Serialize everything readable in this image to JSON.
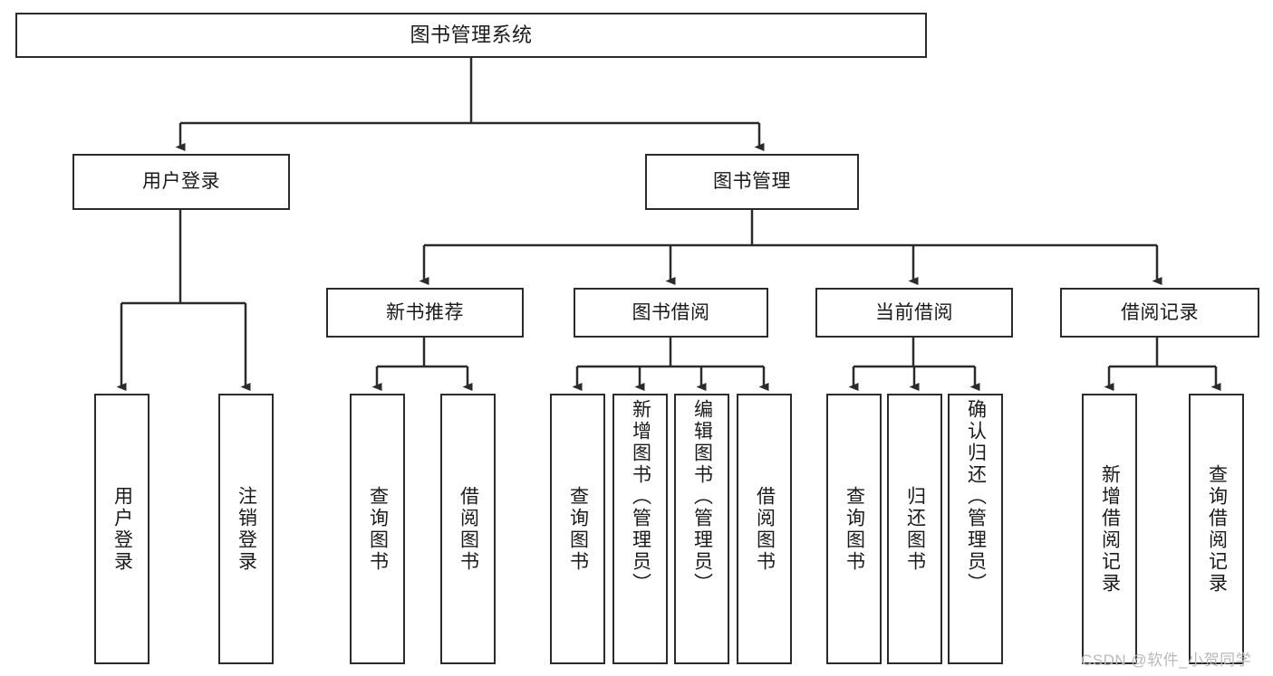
{
  "diagram": {
    "type": "tree-hierarchy-chart",
    "title": "图书管理系统",
    "root": {
      "label": "图书管理系统",
      "children": [
        {
          "label": "用户登录",
          "children": [
            {
              "label": "用户登录"
            },
            {
              "label": "注销登录"
            }
          ]
        },
        {
          "label": "图书管理",
          "children": [
            {
              "label": "新书推荐",
              "children": [
                {
                  "label": "查询图书"
                },
                {
                  "label": "借阅图书"
                }
              ]
            },
            {
              "label": "图书借阅",
              "children": [
                {
                  "label": "查询图书"
                },
                {
                  "label": "新增图书（管理员）"
                },
                {
                  "label": "编辑图书（管理员）"
                },
                {
                  "label": "借阅图书"
                }
              ]
            },
            {
              "label": "当前借阅",
              "children": [
                {
                  "label": "查询图书"
                },
                {
                  "label": "归还图书"
                },
                {
                  "label": "确认归还（管理员）"
                }
              ]
            },
            {
              "label": "借阅记录",
              "children": [
                {
                  "label": "新增借阅记录"
                },
                {
                  "label": "查询借阅记录"
                }
              ]
            }
          ]
        }
      ]
    },
    "nodes": {
      "root": "图书管理系统",
      "l1_user_login": "用户登录",
      "l1_book_mgmt": "图书管理",
      "l2_new_book_rec": "新书推荐",
      "l2_book_borrow": "图书借阅",
      "l2_current_borrow": "当前借阅",
      "l2_borrow_record": "借阅记录",
      "leaf_user_login": "用户登录",
      "leaf_logout": "注销登录",
      "leaf_nbr_query": "查询图书",
      "leaf_nbr_borrow": "借阅图书",
      "leaf_bb_query": "查询图书",
      "leaf_bb_add": "新增图书（管理员）",
      "leaf_bb_edit": "编辑图书（管理员）",
      "leaf_bb_borrow": "借阅图书",
      "leaf_cb_query": "查询图书",
      "leaf_cb_return": "归还图书",
      "leaf_cb_confirm": "确认归还（管理员）",
      "leaf_br_add": "新增借阅记录",
      "leaf_br_query": "查询借阅记录"
    },
    "watermark": "CSDN @软件_小贺同学",
    "colors": {
      "stroke": "#2b2b2b",
      "fill": "#ffffff",
      "text": "#1a1a1a",
      "watermark": "#b9b9b9"
    }
  }
}
